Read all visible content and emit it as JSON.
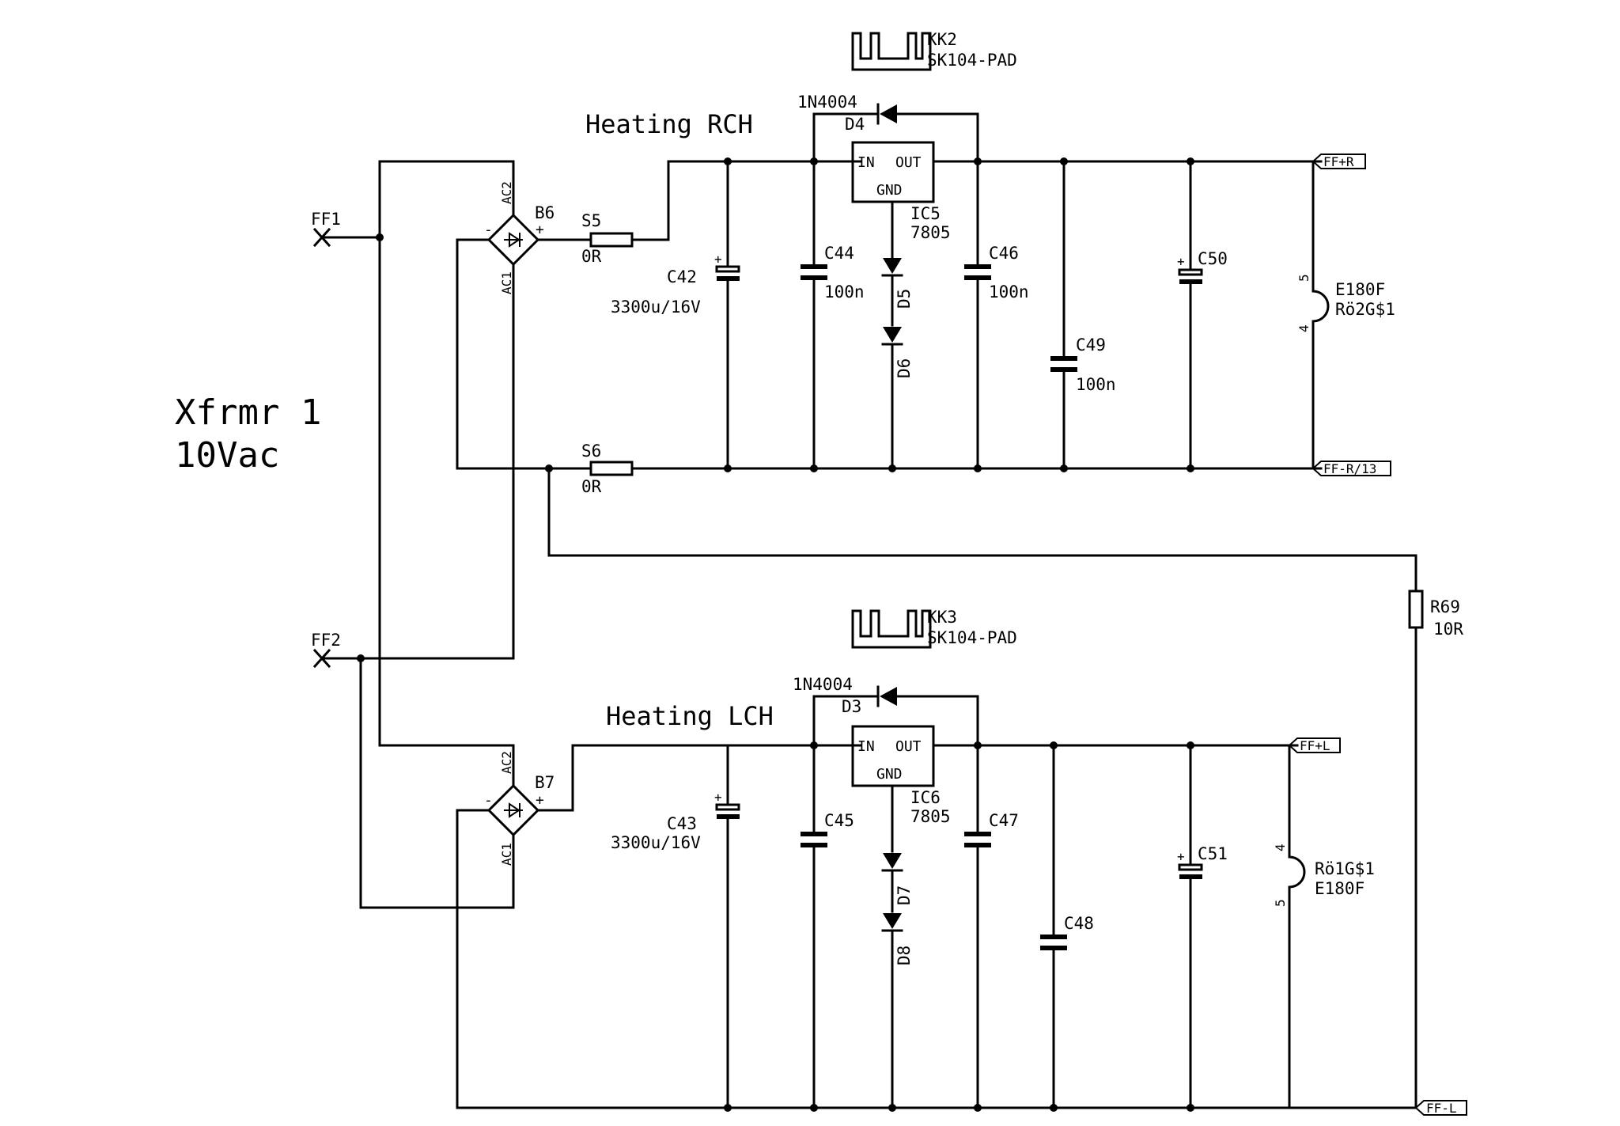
{
  "transformer": {
    "name": "Xfrmr 1",
    "voltage": "10Vac"
  },
  "pins": {
    "ff1": "FF1",
    "ff2": "FF2"
  },
  "right_channel": {
    "title": "Heating RCH",
    "bridge": {
      "name": "B6",
      "ac1": "AC1",
      "ac2": "AC2",
      "plus": "+",
      "minus": "-"
    },
    "s_top": {
      "name": "S5",
      "value": "0R"
    },
    "s_bottom": {
      "name": "S6",
      "value": "0R"
    },
    "c_bulk": {
      "name": "C42",
      "value": "3300u/16V"
    },
    "c_in": {
      "name": "C44",
      "value": "100n"
    },
    "c_out": {
      "name": "C46",
      "value": "100n"
    },
    "c_mid": {
      "name": "C49",
      "value": "100n"
    },
    "c_elec": {
      "name": "C50"
    },
    "regulator": {
      "name": "IC5",
      "part": "7805",
      "in": "IN",
      "out": "OUT",
      "gnd": "GND"
    },
    "heatsink": {
      "name": "KK2",
      "part": "SK104-PAD"
    },
    "diode_protect": {
      "name": "D4",
      "part": "1N4004"
    },
    "diode_a": "D5",
    "diode_b": "D6",
    "tube": {
      "name": "E180F",
      "socket": "Rö2G$1",
      "pin5": "5",
      "pin4": "4"
    },
    "out_pos": "FF+R",
    "out_neg": "FF-R/13"
  },
  "left_channel": {
    "title": "Heating LCH",
    "bridge": {
      "name": "B7",
      "ac1": "AC1",
      "ac2": "AC2",
      "plus": "+",
      "minus": "-"
    },
    "c_bulk": {
      "name": "C43",
      "value": "3300u/16V"
    },
    "c_in": {
      "name": "C45"
    },
    "c_out": {
      "name": "C47"
    },
    "c_mid": {
      "name": "C48"
    },
    "c_elec": {
      "name": "C51"
    },
    "regulator": {
      "name": "IC6",
      "part": "7805",
      "in": "IN",
      "out": "OUT",
      "gnd": "GND"
    },
    "heatsink": {
      "name": "KK3",
      "part": "SK104-PAD"
    },
    "diode_protect": {
      "name": "D3",
      "part": "1N4004"
    },
    "diode_a": "D7",
    "diode_b": "D8",
    "tube": {
      "name": "E180F",
      "socket": "Rö1G$1",
      "pin4": "4",
      "pin5": "5"
    },
    "out_pos": "FF+L",
    "out_neg": "FF-L"
  },
  "link_resistor": {
    "name": "R69",
    "value": "10R"
  }
}
